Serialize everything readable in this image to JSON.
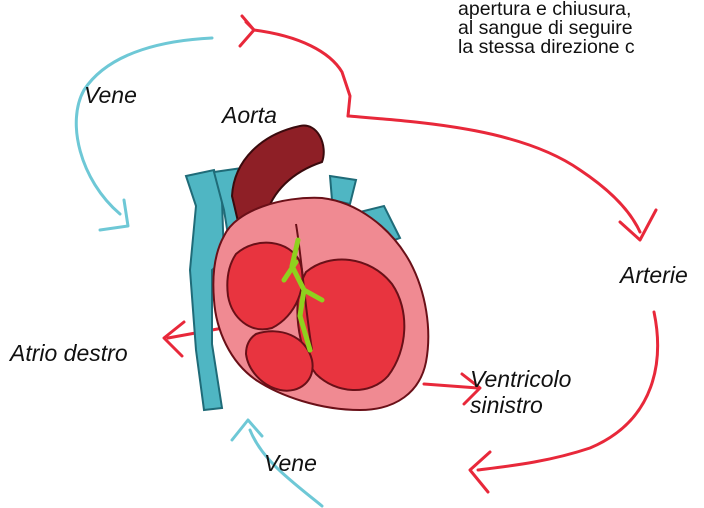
{
  "caption_lines": [
    "apertura e chiusura,",
    "al sangue di seguire",
    "la stessa direzione c"
  ],
  "labels": {
    "vene_top": "Vene",
    "aorta": "Aorta",
    "arterie": "Arterie",
    "atrio_destro": "Atrio destro",
    "ventricolo": "Ventricolo",
    "sinistro": "sinistro",
    "vene_bottom": "Vene"
  },
  "colors": {
    "arterial_arrow": "#e8283a",
    "venous_arrow": "#6ec8d6",
    "vessel_blue": "#4fb6c3",
    "aorta_dark": "#8e1f26",
    "heart_red": "#e8343f",
    "heart_pink": "#f08a92",
    "nerve_green": "#8fd11e"
  }
}
